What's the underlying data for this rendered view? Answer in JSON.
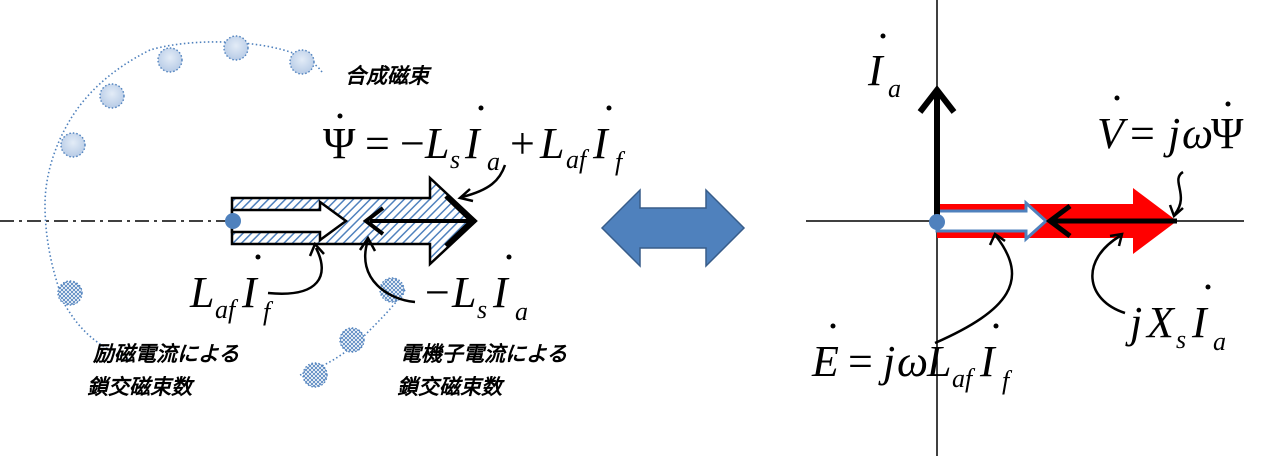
{
  "left_panel": {
    "title": "合成磁束",
    "psi_eq": {
      "psi": "Ψ",
      "eq": "=",
      "minus": "−",
      "L": "L",
      "s": "s",
      "I": "I",
      "a": "a",
      "plus": "+",
      "af": "af",
      "f": "f"
    },
    "field_flux": {
      "L": "L",
      "af": "af",
      "I": "I",
      "f": "f"
    },
    "armature_flux": {
      "minus": "−",
      "L": "L",
      "s": "s",
      "I": "I",
      "a": "a"
    },
    "caption_field": [
      "励磁電流による",
      "鎖交磁束数"
    ],
    "caption_armature": [
      "電機子電流による",
      "鎖交磁束数"
    ]
  },
  "right_panel": {
    "Ia": {
      "I": "I",
      "a": "a"
    },
    "V_eq": {
      "V": "V",
      "eq": "=",
      "j": "j",
      "omega": "ω",
      "psi": "Ψ"
    },
    "E_eq": {
      "E": "E",
      "eq": "=",
      "j": "j",
      "omega": "ω",
      "L": "L",
      "af": "af",
      "I": "I",
      "f": "f"
    },
    "jXsIa": {
      "j": "j",
      "X": "X",
      "s": "s",
      "I": "I",
      "a": "a"
    }
  },
  "colors": {
    "hatch": "#4f81bd",
    "double_arrow": "#4f81bd",
    "voltage_arrow": "#ff0000",
    "coil_fill": "#c6d9f1",
    "text": "#000000"
  }
}
